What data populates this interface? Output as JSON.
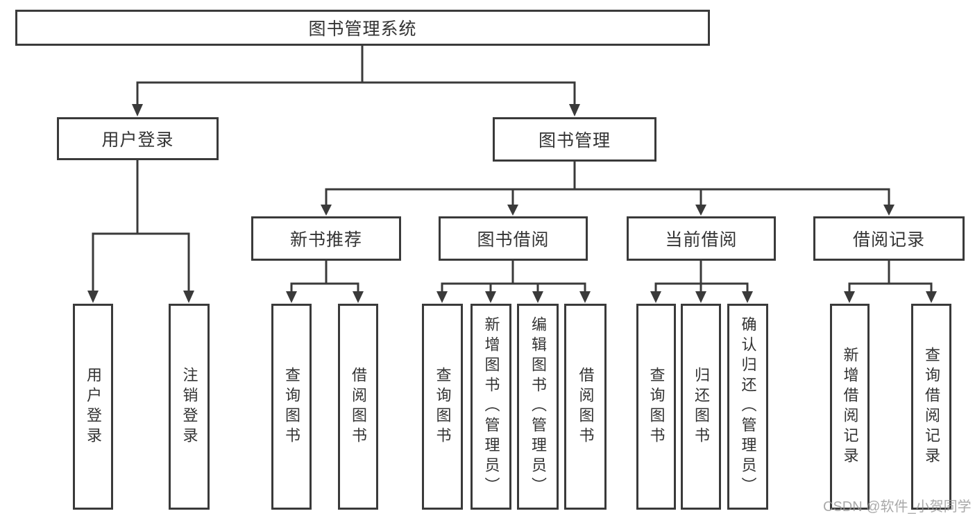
{
  "page": {
    "background_color": "#ffffff",
    "line_color": "#3a3a3a",
    "text_color": "#333333",
    "watermark_color": "#969696"
  },
  "diagram": {
    "type": "hierarchy",
    "tree": {
      "root": {
        "label": "图书管理系统",
        "children": [
          {
            "label": "用户登录",
            "children": [
              {
                "label": "用户登录"
              },
              {
                "label": "注销登录"
              }
            ]
          },
          {
            "label": "图书管理",
            "children": [
              {
                "label": "新书推荐",
                "children": [
                  {
                    "label": "查询图书"
                  },
                  {
                    "label": "借阅图书"
                  }
                ]
              },
              {
                "label": "图书借阅",
                "children": [
                  {
                    "label": "查询图书"
                  },
                  {
                    "label": "新增图书（管理员）"
                  },
                  {
                    "label": "编辑图书（管理员）"
                  },
                  {
                    "label": "借阅图书"
                  }
                ]
              },
              {
                "label": "当前借阅",
                "children": [
                  {
                    "label": "查询图书"
                  },
                  {
                    "label": "归还图书"
                  },
                  {
                    "label": "确认归还（管理员）"
                  }
                ]
              },
              {
                "label": "借阅记录",
                "children": [
                  {
                    "label": "新增借阅记录"
                  },
                  {
                    "label": "查询借阅记录"
                  }
                ]
              }
            ]
          }
        ]
      }
    }
  },
  "watermark": {
    "text": "CSDN @软件_小贺同学"
  }
}
